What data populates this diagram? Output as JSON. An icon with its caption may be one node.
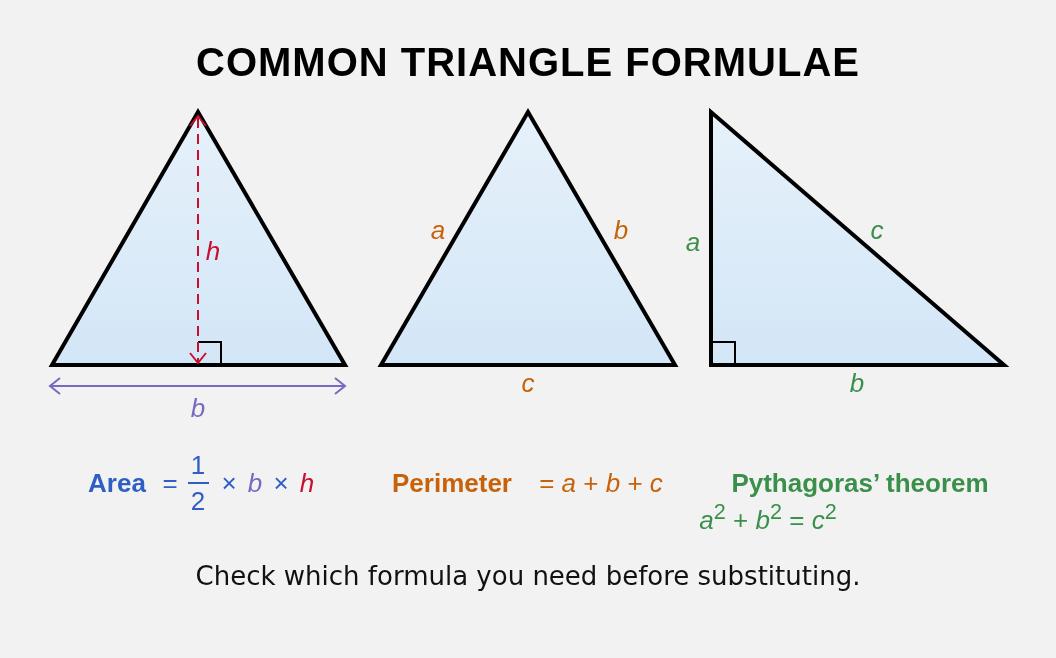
{
  "diagram": {
    "title": "COMMON TRIANGLE FORMULAE",
    "caption": "Check which formula you need before substituting.",
    "labels": [
      "h",
      "b",
      "a",
      "b",
      "c",
      "a",
      "c",
      "b",
      "Area",
      "=",
      "1",
      "2",
      "×",
      "b",
      "×",
      "h",
      "Perimeter",
      "= *a* + *b* + *c*",
      "Pythagoras’ theorem",
      "*a*$^{2}$ + *b*$^{2}$ = *c*$^{2}$"
    ]
  }
}
